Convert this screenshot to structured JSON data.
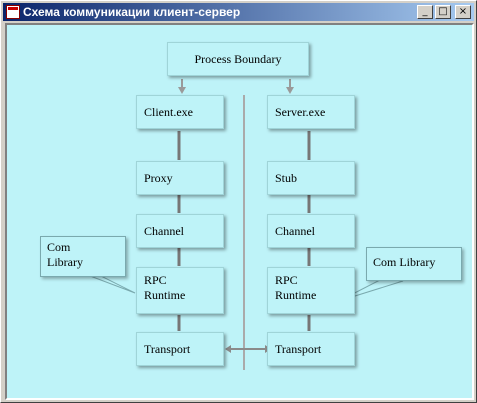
{
  "window": {
    "title": "Схема коммуникации клиент-сервер",
    "controls": {
      "minimize": "_",
      "maximize": "□",
      "close": "×"
    }
  },
  "diagram": {
    "process_boundary": "Process Boundary",
    "client": {
      "exe": "Client.exe",
      "proxy": "Proxy",
      "channel": "Channel",
      "rpc_runtime": "RPC\nRuntime",
      "transport": "Transport"
    },
    "server": {
      "exe": "Server.exe",
      "stub": "Stub",
      "channel": "Channel",
      "rpc_runtime": "RPC\nRuntime",
      "transport": "Transport"
    },
    "callouts": {
      "left": "Com\nLibrary",
      "right": "Com Library"
    }
  }
}
